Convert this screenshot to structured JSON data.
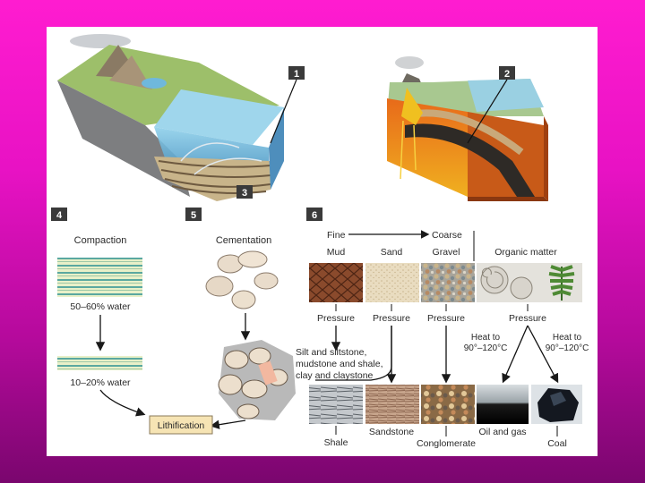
{
  "badges": {
    "b1": "1",
    "b2": "2",
    "b3": "3",
    "b4": "4",
    "b5": "5",
    "b6": "6"
  },
  "compaction": {
    "title": "Compaction",
    "water_high": "50–60% water",
    "water_low": "10–20% water"
  },
  "cementation": {
    "title": "Cementation"
  },
  "lithification": "Lithification",
  "grain": {
    "fine": "Fine",
    "coarse": "Coarse"
  },
  "sediments": {
    "mud": "Mud",
    "sand": "Sand",
    "gravel": "Gravel",
    "organic": "Organic matter"
  },
  "process": {
    "pressure1": "Pressure",
    "pressure2": "Pressure",
    "pressure3": "Pressure",
    "pressure4": "Pressure",
    "heat_left_1": "Heat to",
    "heat_left_2": "90°–120°C",
    "heat_right_1": "Heat to",
    "heat_right_2": "90°–120°C"
  },
  "silt_note": {
    "line1": "Silt and siltstone,",
    "line2": "mudstone and shale,",
    "line3": "clay and claystone"
  },
  "rocks": {
    "shale": "Shale",
    "sandstone": "Sandstone",
    "conglomerate": "Conglomerate",
    "oil_gas": "Oil and gas",
    "coal": "Coal"
  },
  "colors": {
    "background_top": "#ff1cd0",
    "background_bottom": "#7a066e",
    "panel": "#ffffff",
    "badge": "#3a3a3a",
    "lithification_box": "#f6e4b4"
  }
}
